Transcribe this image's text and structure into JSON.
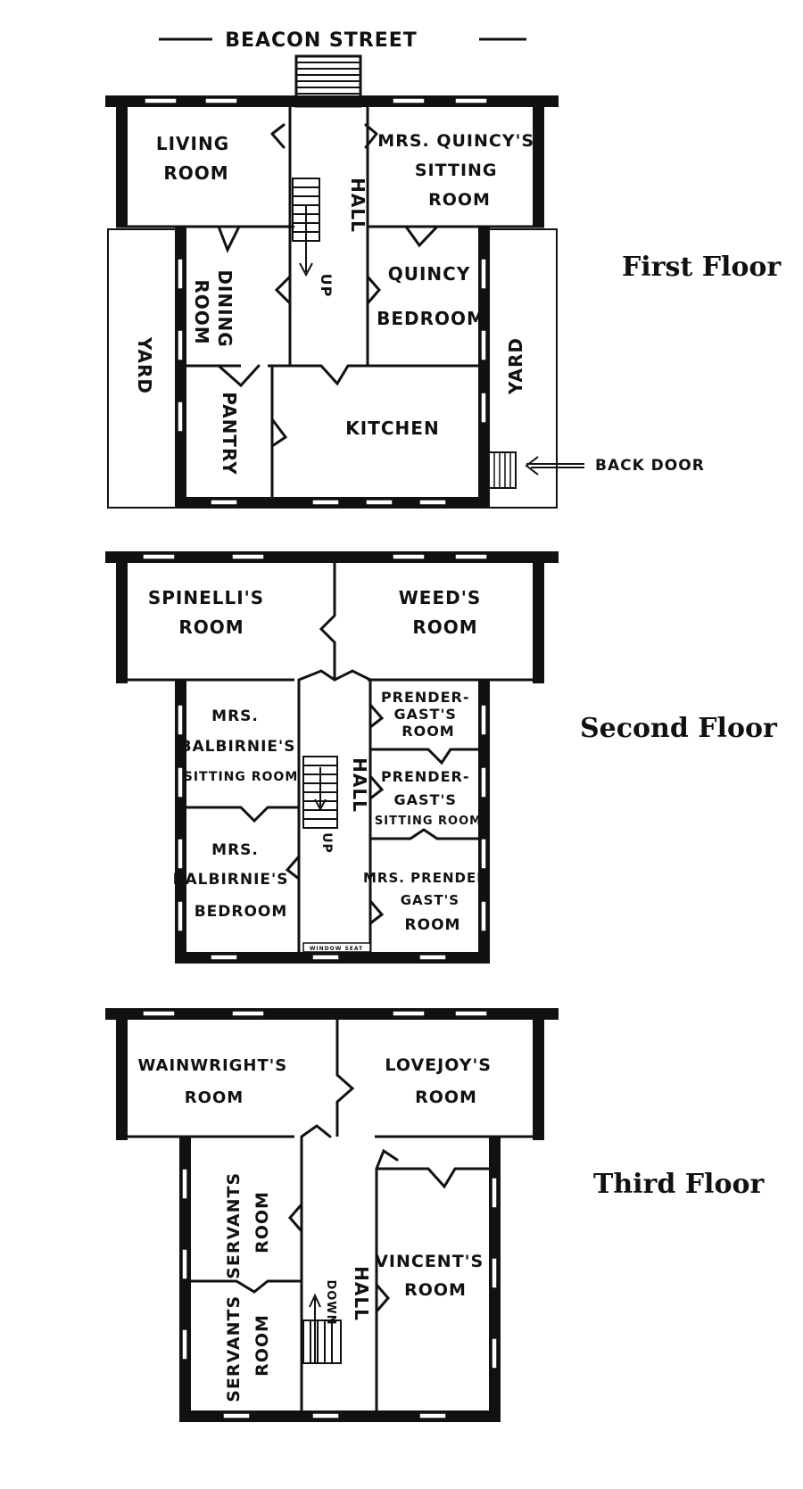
{
  "street": "BEACON STREET",
  "floors": [
    {
      "title": "First Floor",
      "rooms": {
        "living": [
          "LIVING",
          "ROOM"
        ],
        "mrs_quincy_sitting": [
          "MRS. QUINCY'S",
          "SITTING",
          "ROOM"
        ],
        "hall": "HALL",
        "dining": [
          "DINING",
          "ROOM"
        ],
        "quincy_bedroom": [
          "QUINCY",
          "BEDROOM"
        ],
        "yard_left": "YARD",
        "yard_right": "YARD",
        "pantry": "PANTRY",
        "kitchen": "KITCHEN",
        "stair_up": "UP"
      },
      "back_door": "BACK DOOR"
    },
    {
      "title": "Second Floor",
      "rooms": {
        "spinelli": [
          "SPINELLI'S",
          "ROOM"
        ],
        "weed": [
          "WEED'S",
          "ROOM"
        ],
        "balbirnie_sitting": [
          "MRS.",
          "BALBIRNIE'S",
          "SITTING ROOM"
        ],
        "balbirnie_bedroom": [
          "MRS.",
          "BALBIRNIE'S",
          "BEDROOM"
        ],
        "prendergast_room": [
          "PRENDER-",
          "GAST'S",
          "ROOM"
        ],
        "prendergast_sitting": [
          "PRENDER-",
          "GAST'S",
          "SITTING ROOM"
        ],
        "mrs_prendergast_room": [
          "MRS. PRENDER",
          "GAST'S",
          "ROOM"
        ],
        "hall": "HALL",
        "stair_up": "UP",
        "window_seat": "WINDOW SEAT"
      }
    },
    {
      "title": "Third Floor",
      "rooms": {
        "wainwright": [
          "WAINWRIGHT'S",
          "ROOM"
        ],
        "lovejoy": [
          "LOVEJOY'S",
          "ROOM"
        ],
        "servants_1": [
          "SERVANTS",
          "ROOM"
        ],
        "servants_2": [
          "SERVANTS",
          "ROOM"
        ],
        "vincent": [
          "VINCENT'S",
          "ROOM"
        ],
        "hall": "HALL",
        "stair_down": "DOWN"
      }
    }
  ]
}
